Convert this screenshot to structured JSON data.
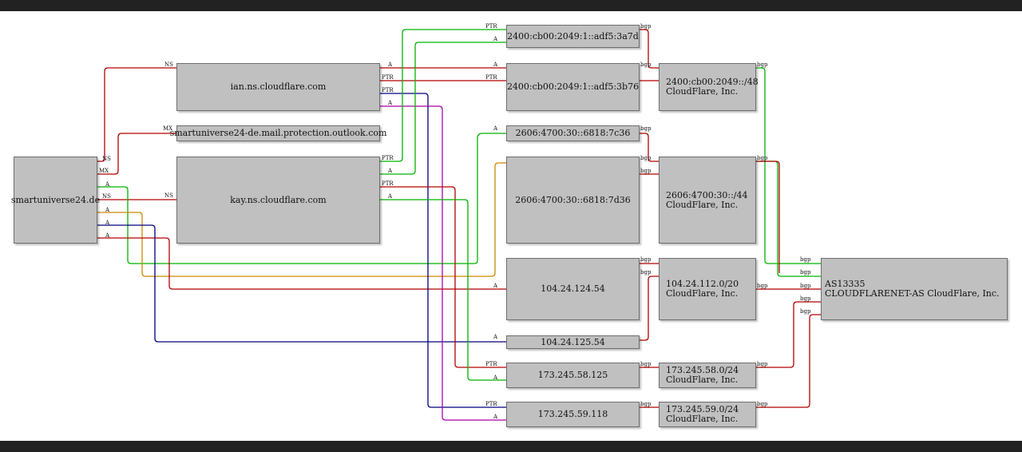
{
  "colors": {
    "ns": "#b30000",
    "mx": "#b30000",
    "a_green": "#00b300",
    "a_orange": "#cc8800",
    "a_red": "#b30000",
    "a_navy": "#000080",
    "a_purple": "#aa00aa",
    "ptr_red": "#b30000",
    "ptr_green": "#00b300",
    "bgp_red": "#b30000",
    "bgp_green": "#00b300"
  },
  "nodes": {
    "domain": "smartuniverse24.de",
    "ns1": "ian.ns.cloudflare.com",
    "mx": "smartuniverse24-de.mail.protection.outlook.com",
    "ns2": "kay.ns.cloudflare.com",
    "ip6_a": "2400:cb00:2049:1::adf5:3a7d",
    "ip6_b": "2400:cb00:2049:1::adf5:3b76",
    "ip6_c": "2606:4700:30::6818:7c36",
    "ip6_d": "2606:4700:30::6818:7d36",
    "ip4_a": "104.24.124.54",
    "ip4_b": "104.24.125.54",
    "ip4_c": "173.245.58.125",
    "ip4_d": "173.245.59.118",
    "pfx1": {
      "line1": "2400:cb00:2049::/48",
      "line2": "CloudFlare, Inc."
    },
    "pfx2": {
      "line1": "2606:4700:30::/44",
      "line2": "CloudFlare, Inc."
    },
    "pfx3": {
      "line1": "104.24.112.0/20",
      "line2": "CloudFlare, Inc."
    },
    "pfx4": {
      "line1": "173.245.58.0/24",
      "line2": "CloudFlare, Inc."
    },
    "pfx5": {
      "line1": "173.245.59.0/24",
      "line2": "CloudFlare, Inc."
    },
    "asn": {
      "line1": "AS13335",
      "line2": "CLOUDFLARENET-AS CloudFlare, Inc."
    }
  },
  "labels": {
    "ns": "NS",
    "mx": "MX",
    "a": "A",
    "ptr": "PTR",
    "bgp": "bgp"
  }
}
